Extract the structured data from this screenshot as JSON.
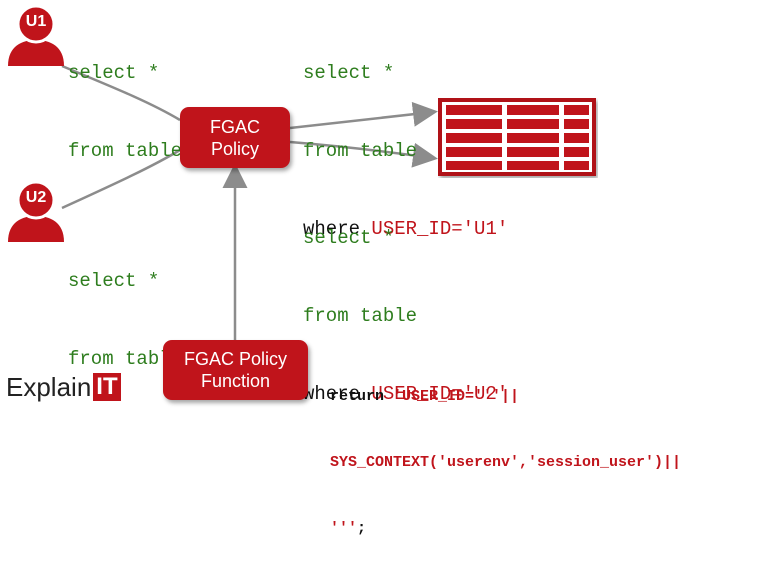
{
  "users": {
    "u1": {
      "label": "U1"
    },
    "u2": {
      "label": "U2"
    }
  },
  "queries": {
    "u1_original": {
      "line1": "select *",
      "line2": "from table"
    },
    "u2_original": {
      "line1": "select *",
      "line2": "from table"
    },
    "u1_rewritten": {
      "line1": "select *",
      "line2": "from table",
      "where": "where ",
      "predicate": "USER_ID='U1'"
    },
    "u2_rewritten": {
      "line1": "select *",
      "line2": "from table",
      "where": "where ",
      "predicate": "USER_ID='U2'"
    }
  },
  "policy_box": {
    "line1": "FGAC",
    "line2": "Policy"
  },
  "function_box": {
    "line1": "FGAC Policy",
    "line2": "Function"
  },
  "return_code": {
    "kw": "return ",
    "s1": "'USER_ID='''||",
    "s2": "SYS_CONTEXT('userenv','session_user')||",
    "s3": "'''",
    "s3_tail": ";"
  },
  "logo": {
    "explain": "Explain",
    "it": "IT"
  },
  "colors": {
    "accent_red": "#c0141b",
    "code_green": "#2e7d1e",
    "arrow_gray": "#8c8c8c"
  }
}
